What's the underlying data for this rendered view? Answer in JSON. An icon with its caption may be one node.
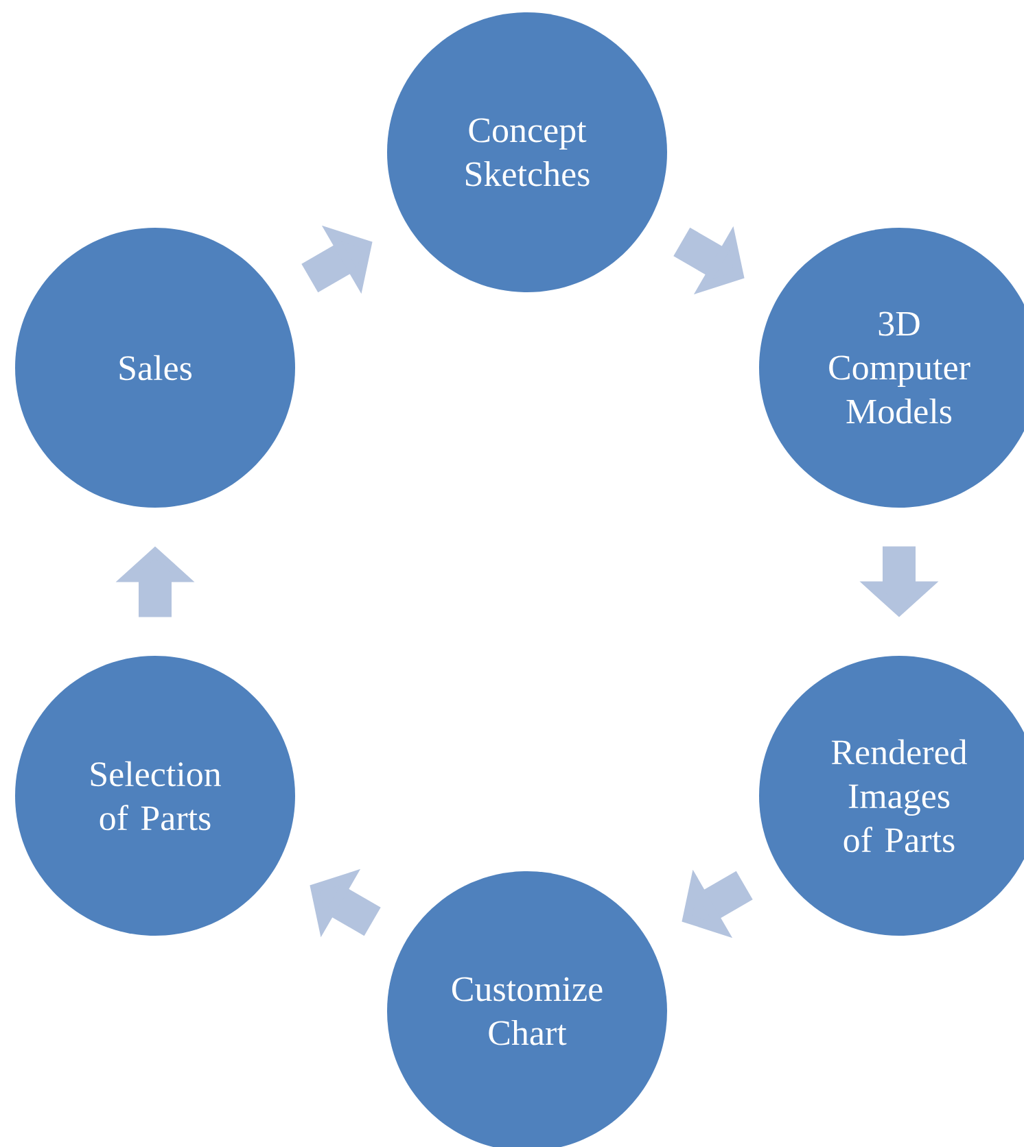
{
  "diagram": {
    "nodes": [
      {
        "text": [
          "Concept Sketches"
        ]
      },
      {
        "text": [
          "3D Computer Models"
        ]
      },
      {
        "text": [
          "Rendered Images of Parts"
        ]
      },
      {
        "text": [
          "Customize Chart"
        ]
      },
      {
        "text": [
          "Selection of Parts"
        ]
      },
      {
        "text": [
          "Sales"
        ]
      }
    ],
    "edges": [
      {
        "from": 0,
        "to": 1,
        "arrow": "to"
      },
      {
        "from": 1,
        "to": 2,
        "arrow": "to"
      },
      {
        "from": 2,
        "to": 3,
        "arrow": "to"
      },
      {
        "from": 3,
        "to": 4,
        "arrow": "to"
      },
      {
        "from": 4,
        "to": 5,
        "arrow": "to"
      },
      {
        "from": 5,
        "to": 0,
        "arrow": "to"
      }
    ]
  }
}
